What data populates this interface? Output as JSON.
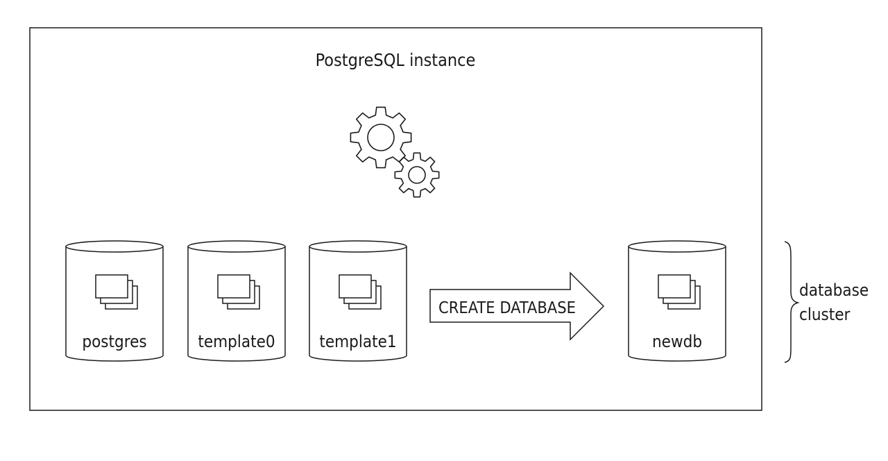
{
  "instance": {
    "title": "PostgreSQL instance"
  },
  "databases": [
    {
      "name": "postgres"
    },
    {
      "name": "template0"
    },
    {
      "name": "template1"
    },
    {
      "name": "newdb"
    }
  ],
  "arrow": {
    "label": "CREATE DATABASE"
  },
  "cluster": {
    "line1": "database",
    "line2": "cluster"
  },
  "colors": {
    "stroke": "#1a1a1a",
    "background": "#ffffff"
  }
}
